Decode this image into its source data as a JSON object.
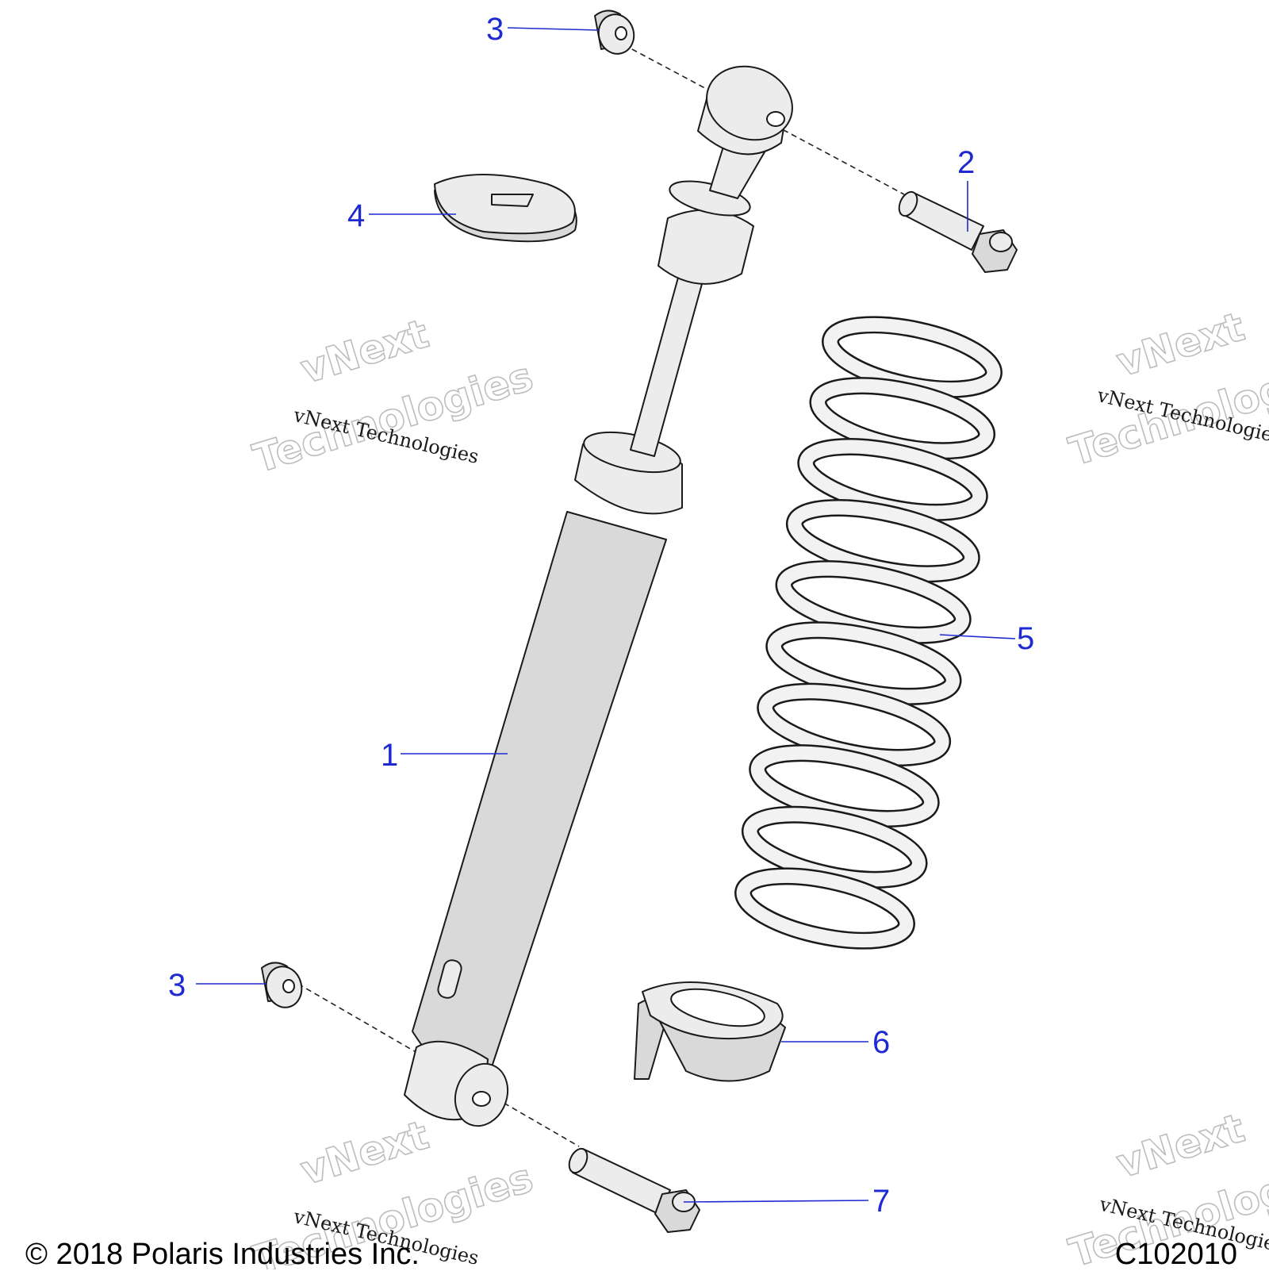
{
  "diagram": {
    "callouts": [
      {
        "id": "1",
        "label": "1"
      },
      {
        "id": "2",
        "label": "2"
      },
      {
        "id": "3a",
        "label": "3"
      },
      {
        "id": "3b",
        "label": "3"
      },
      {
        "id": "4",
        "label": "4"
      },
      {
        "id": "5",
        "label": "5"
      },
      {
        "id": "6",
        "label": "6"
      },
      {
        "id": "7",
        "label": "7"
      }
    ],
    "watermark_text": "vNext Technologies",
    "watermark_big_line1": "vNext",
    "watermark_big_line2": "Technologies",
    "callout_color": "#1f2bd1"
  },
  "footer": {
    "copyright": "© 2018 Polaris Industries Inc.",
    "figure_id": "C102010"
  }
}
